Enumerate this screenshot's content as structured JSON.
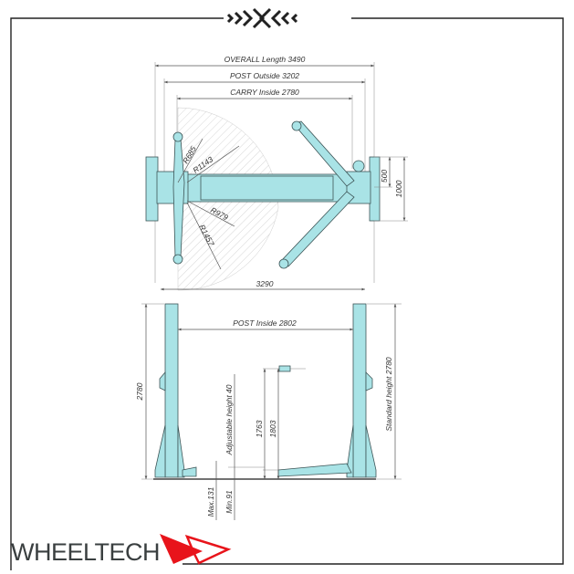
{
  "top_view": {
    "overall_length": "OVERALL Length 3490",
    "post_outside": "POST Outside 3202",
    "carry_inside": "CARRY Inside 2780",
    "radius_1": "R685",
    "radius_2": "R1143",
    "radius_3": "R979",
    "radius_4": "R1457",
    "width_dim": "3290",
    "post_depth_1": "500",
    "post_depth_2": "1000"
  },
  "front_view": {
    "post_inside": "POST Inside 2802",
    "height_left": "2780",
    "standard_height": "Standard height 2780",
    "adjustable_height": "Adjustable height 40",
    "dim_1763": "1763",
    "dim_1803": "1803",
    "max": "Max.131",
    "min": "Min.91"
  },
  "brand": {
    "name": "WHEELTECH",
    "color": "#e8141b"
  },
  "colors": {
    "part": "#a9e3e6",
    "frame": "#222222"
  }
}
